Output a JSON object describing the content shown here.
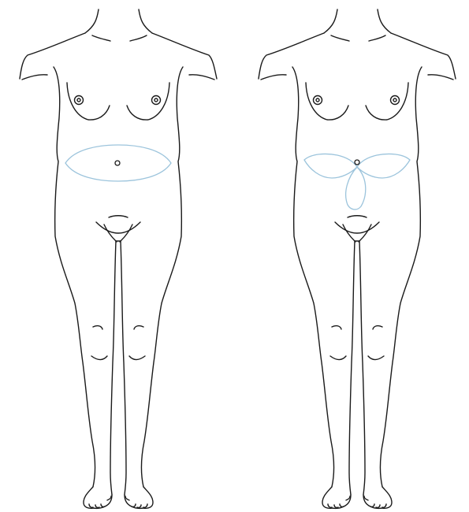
{
  "figures": [
    {
      "id": "left",
      "incision_pattern": "transverse-ellipse"
    },
    {
      "id": "right",
      "incision_pattern": "fleur-de-lis"
    }
  ],
  "colors": {
    "outline": "#1a1a1a",
    "hatch": "#9cc4dc"
  }
}
